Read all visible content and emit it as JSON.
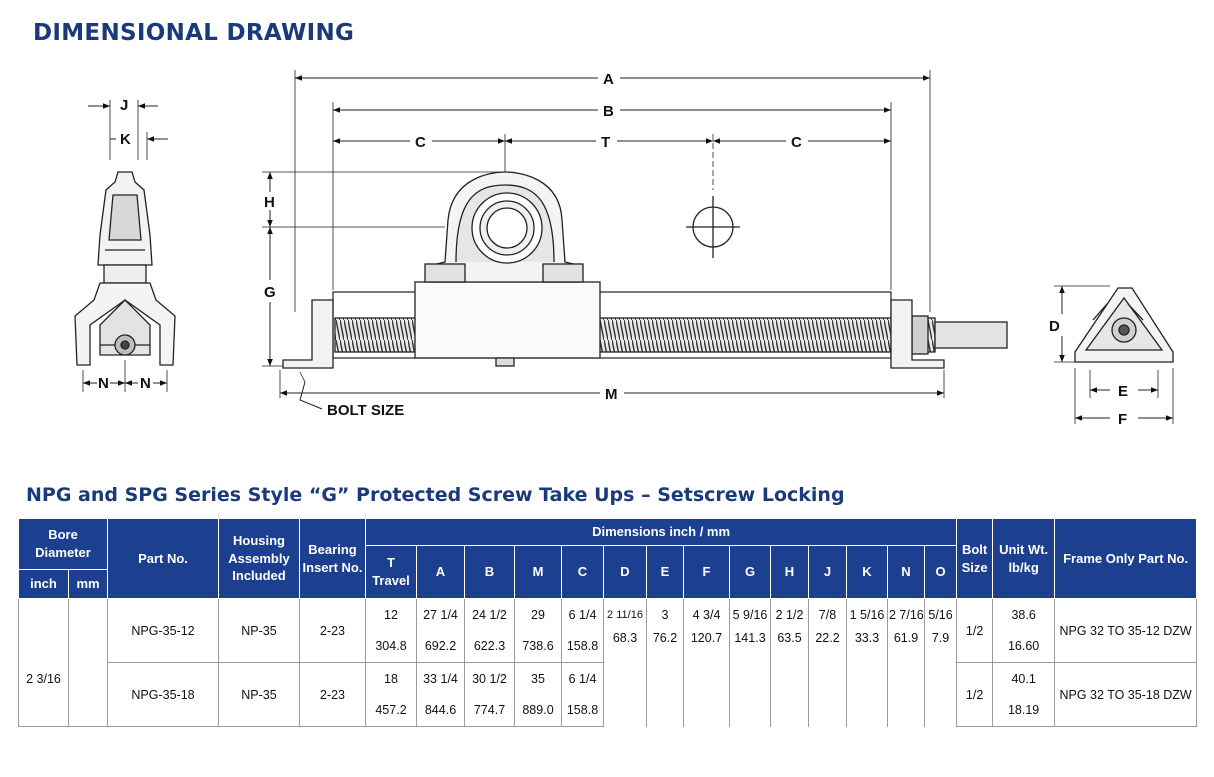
{
  "heading_drawing": "DIMENSIONAL DRAWING",
  "heading_table": "NPG and SPG Series Style “G” Protected Screw Take Ups – Setscrew Locking",
  "drawing_labels": {
    "A": "A",
    "B": "B",
    "C": "C",
    "T": "T",
    "H": "H",
    "G": "G",
    "M": "M",
    "J": "J",
    "K": "K",
    "N": "N",
    "D": "D",
    "E": "E",
    "F": "F",
    "bolt_size": "BOLT SIZE"
  },
  "table": {
    "headers": {
      "bore_diameter": "Bore Diameter",
      "inch": "inch",
      "mm": "mm",
      "part_no": "Part No.",
      "housing_assembly": "Housing Assembly Included",
      "bearing_insert": "Bearing Insert No.",
      "dimensions": "Dimensions inch / mm",
      "travel": "T Travel",
      "dims": [
        "A",
        "B",
        "M",
        "C",
        "D",
        "E",
        "F",
        "G",
        "H",
        "J",
        "K",
        "N",
        "O"
      ],
      "bolt_size": "Bolt Size",
      "unit_wt": "Unit Wt. lb/kg",
      "frame_only": "Frame Only Part No."
    },
    "bore_inch": "2 3/16",
    "bore_mm": "",
    "shared": {
      "D": {
        "inch": "2 11/16",
        "mm": "68.3"
      },
      "E": {
        "inch": "3",
        "mm": "76.2"
      },
      "F": {
        "inch": "4 3/4",
        "mm": "120.7"
      },
      "G": {
        "inch": "5 9/16",
        "mm": "141.3"
      },
      "H": {
        "inch": "2 1/2",
        "mm": "63.5"
      },
      "J": {
        "inch": "7/8",
        "mm": "22.2"
      },
      "K": {
        "inch": "1 5/16",
        "mm": "33.3"
      },
      "N": {
        "inch": "2 7/16",
        "mm": "61.9"
      },
      "O": {
        "inch": "5/16",
        "mm": "7.9"
      }
    },
    "rows": [
      {
        "part_no": "NPG-35-12",
        "housing": "NP-35",
        "insert": "2-23",
        "T": {
          "inch": "12",
          "mm": "304.8"
        },
        "A": {
          "inch": "27 1/4",
          "mm": "692.2"
        },
        "B": {
          "inch": "24 1/2",
          "mm": "622.3"
        },
        "M": {
          "inch": "29",
          "mm": "738.6"
        },
        "C": {
          "inch": "6 1/4",
          "mm": "158.8"
        },
        "bolt": "1/2",
        "wt": {
          "lb": "38.6",
          "kg": "16.60"
        },
        "frame": "NPG 32 TO 35-12 DZW"
      },
      {
        "part_no": "NPG-35-18",
        "housing": "NP-35",
        "insert": "2-23",
        "T": {
          "inch": "18",
          "mm": "457.2"
        },
        "A": {
          "inch": "33 1/4",
          "mm": "844.6"
        },
        "B": {
          "inch": "30 1/2",
          "mm": "774.7"
        },
        "M": {
          "inch": "35",
          "mm": "889.0"
        },
        "C": {
          "inch": "6 1/4",
          "mm": "158.8"
        },
        "bolt": "1/2",
        "wt": {
          "lb": "40.1",
          "kg": "18.19"
        },
        "frame": "NPG 32 TO 35-18 DZW"
      }
    ]
  }
}
